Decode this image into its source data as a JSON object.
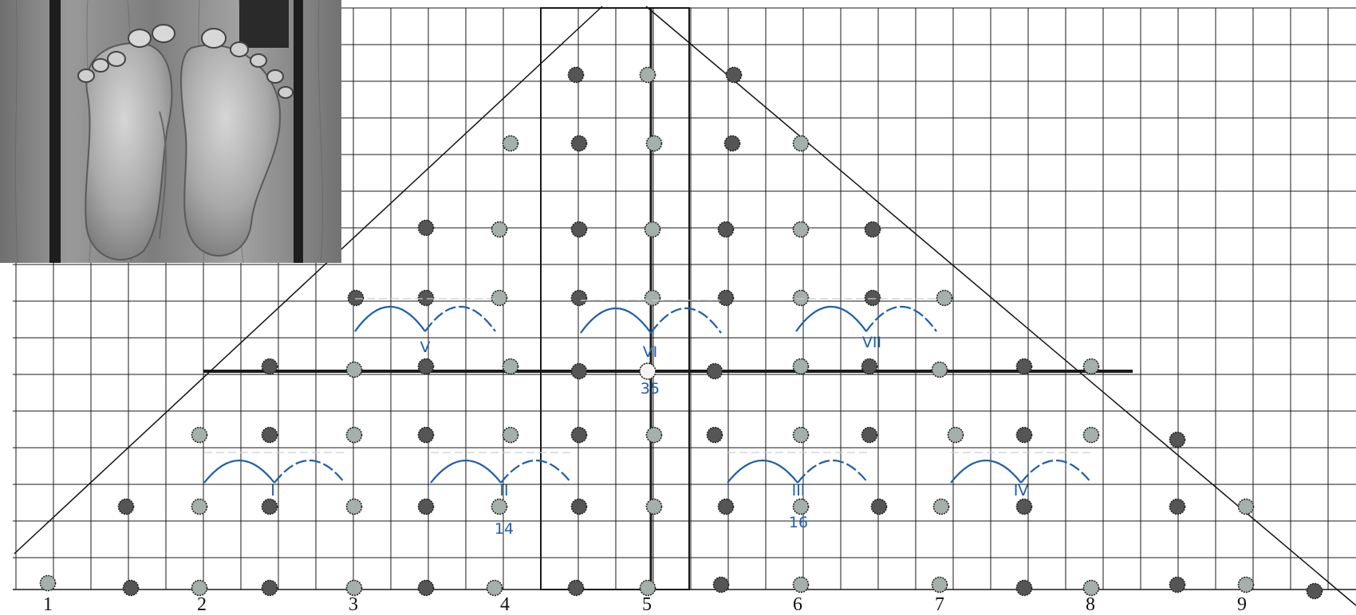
{
  "scale_numbers": [
    "1",
    "2",
    "3",
    "4",
    "5",
    "6",
    "7",
    "8",
    "9"
  ],
  "annotations": {
    "arches": [
      {
        "roman": "V",
        "number": ""
      },
      {
        "roman": "VI",
        "number": "35"
      },
      {
        "roman": "VII",
        "number": ""
      },
      {
        "roman": "I",
        "number": ""
      },
      {
        "roman": "II",
        "number": "14"
      },
      {
        "roman": "III",
        "number": "16"
      },
      {
        "roman": "IV",
        "number": ""
      }
    ]
  },
  "colors": {
    "grid": "#1a1a1a",
    "dot_dark": "#555555",
    "dot_light": "#a6b0aa",
    "ink": "#1d5fae",
    "photo_wood": "#8f8f8f"
  },
  "photo": {
    "subject": "carved wooden feet photograph",
    "icon": "feet-photo"
  }
}
